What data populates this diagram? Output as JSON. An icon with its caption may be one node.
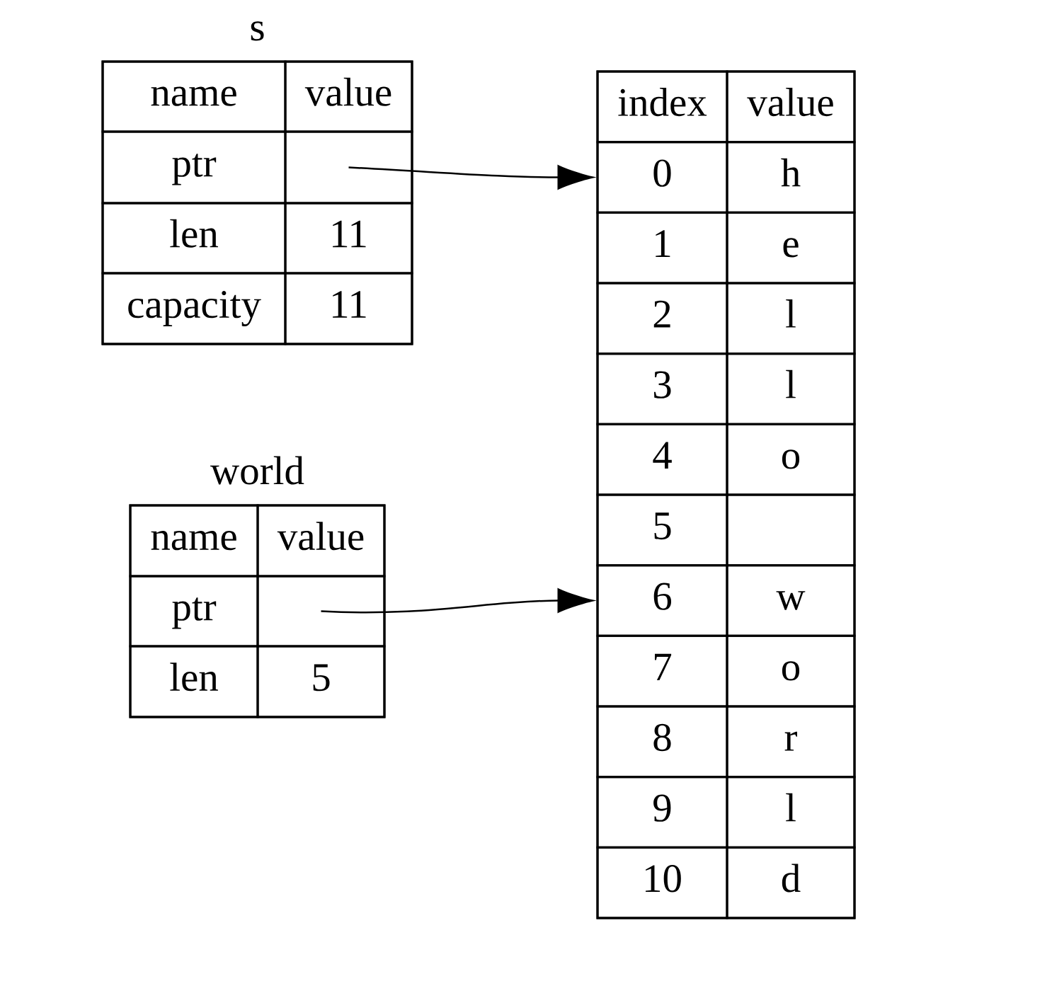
{
  "diagram": {
    "nodes": [
      {
        "text": [
          "s"
        ]
      },
      {
        "text": [
          "name"
        ],
        "in": 0
      },
      {
        "text": [
          "value"
        ],
        "in": 0
      },
      {
        "text": [
          "ptr"
        ],
        "in": 0
      },
      {
        "text": [],
        "shape": "box",
        "in": 0
      },
      {
        "text": [
          "len"
        ],
        "in": 0
      },
      {
        "text": [
          "11"
        ],
        "in": 0
      },
      {
        "text": [
          "capacity"
        ],
        "in": 0
      },
      {
        "text": [
          "11"
        ],
        "in": 0
      },
      {
        "text": [
          "world"
        ]
      },
      {
        "text": [
          "name"
        ],
        "in": 9
      },
      {
        "text": [
          "value"
        ],
        "in": 9
      },
      {
        "text": [
          "ptr"
        ],
        "in": 9
      },
      {
        "text": [],
        "shape": "box",
        "in": 9
      },
      {
        "text": [
          "len"
        ],
        "in": 9
      },
      {
        "text": [
          "5"
        ],
        "in": 9
      },
      {
        "text": [],
        "shape": "box"
      },
      {
        "text": [
          "index"
        ],
        "in": 16
      },
      {
        "text": [
          "value"
        ],
        "in": 16
      },
      {
        "text": [
          "0"
        ],
        "in": 16
      },
      {
        "text": [
          "h"
        ],
        "in": 16
      },
      {
        "text": [
          "1"
        ],
        "in": 16
      },
      {
        "text": [
          "e"
        ],
        "in": 16
      },
      {
        "text": [
          "2"
        ],
        "in": 16
      },
      {
        "text": [
          "l"
        ],
        "in": 16
      },
      {
        "text": [
          "3"
        ],
        "in": 16
      },
      {
        "text": [
          "l"
        ],
        "in": 16
      },
      {
        "text": [
          "4"
        ],
        "in": 16
      },
      {
        "text": [
          "o"
        ],
        "in": 16
      },
      {
        "text": [
          "5"
        ],
        "in": 16
      },
      {
        "text": [],
        "shape": "box",
        "in": 16
      },
      {
        "text": [
          "6"
        ],
        "in": 16
      },
      {
        "text": [
          "w"
        ],
        "in": 16
      },
      {
        "text": [
          "7"
        ],
        "in": 16
      },
      {
        "text": [
          "o"
        ],
        "in": 16
      },
      {
        "text": [
          "8"
        ],
        "in": 16
      },
      {
        "text": [
          "r"
        ],
        "in": 16
      },
      {
        "text": [
          "9"
        ],
        "in": 16
      },
      {
        "text": [
          "l"
        ],
        "in": 16
      },
      {
        "text": [
          "10"
        ],
        "in": 16
      },
      {
        "text": [
          "d"
        ],
        "in": 16
      }
    ],
    "edges": [
      {
        "from": 4,
        "to": 19,
        "arrow": "to"
      },
      {
        "from": 13,
        "to": 31,
        "arrow": "to"
      }
    ]
  }
}
